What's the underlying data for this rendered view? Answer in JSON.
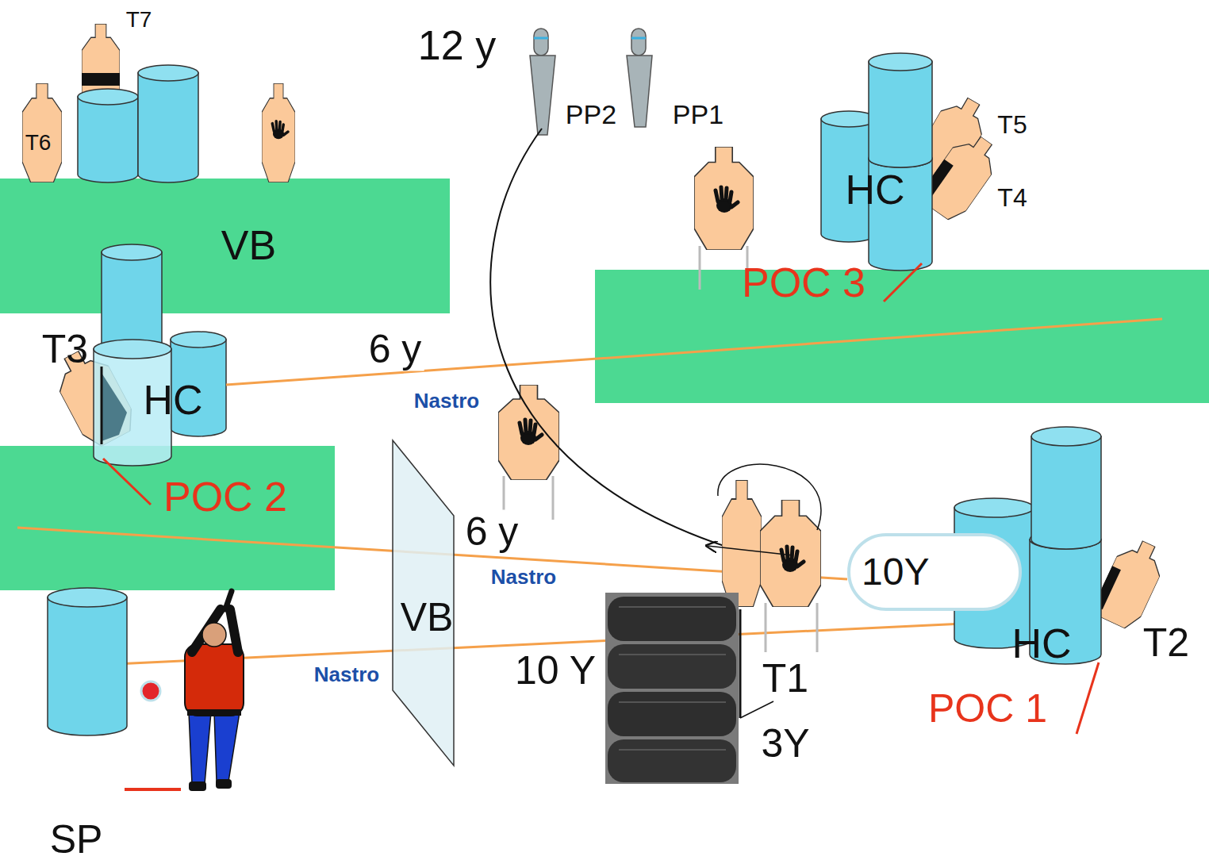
{
  "diagram": {
    "nodes": [
      {
        "text": [
          "HC"
        ]
      },
      {
        "text": [
          "VB"
        ]
      },
      {
        "text": [
          "HC"
        ]
      },
      {
        "text": [
          "10Y"
        ]
      },
      {
        "text": [
          "VB"
        ]
      },
      {
        "text": [
          "HC"
        ]
      }
    ],
    "labels": [
      "T7",
      "T6",
      "12 y",
      "PP2",
      "PP1",
      "T5",
      "T4",
      "POC 3",
      "T3",
      "6 y",
      "Nastro",
      "POC 2",
      "6 y",
      "Nastro",
      "10 Y",
      "T1",
      "3Y",
      "T2",
      "POC 1",
      "Nastro",
      "SP"
    ]
  }
}
